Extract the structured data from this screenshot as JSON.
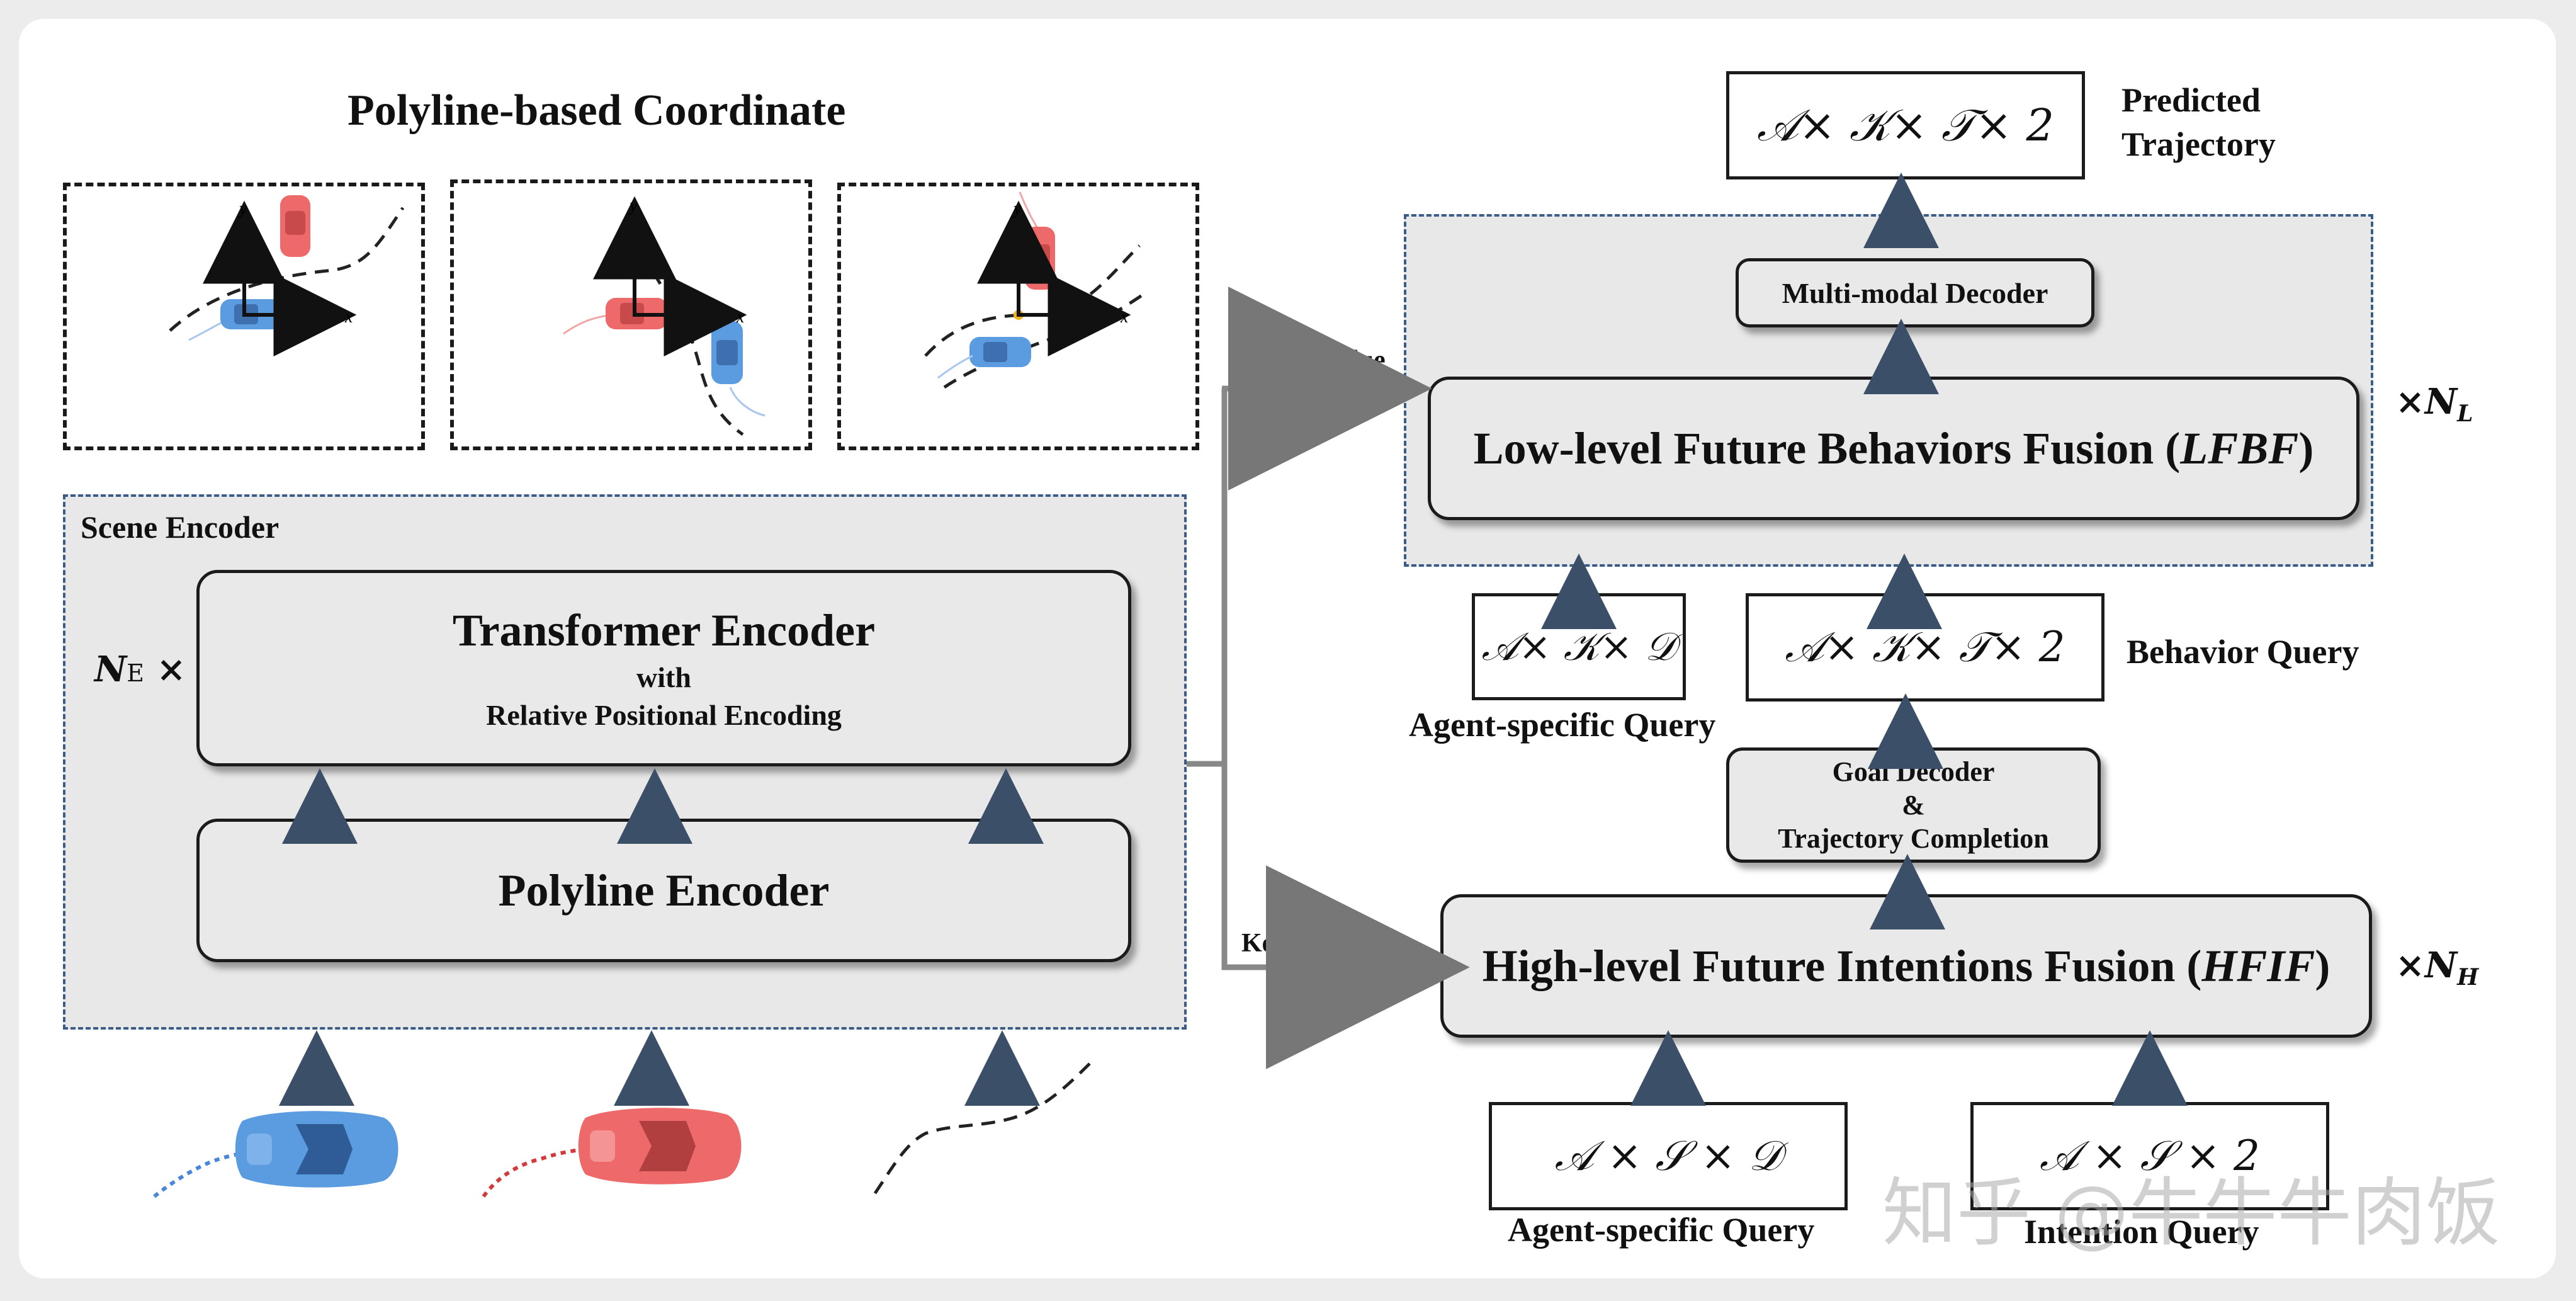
{
  "polyline": {
    "title": "Polyline-based Coordinate",
    "axis_x": "x",
    "axis_y": "y"
  },
  "scene_encoder": {
    "title": "Scene Encoder",
    "repeat": "N",
    "repeat_sub": "E",
    "repeat_times": "×",
    "transformer_title": "Transformer Encoder",
    "transformer_with": "with",
    "transformer_sub": "Relative Positional Encoding",
    "polyline_encoder": "Polyline Encoder"
  },
  "decoder": {
    "key_value_top": "Key & Value",
    "key_value_bottom": "Key & Value",
    "predicted_box": "𝒜× 𝒦× 𝒯× 2",
    "predicted_label_1": "Predicted",
    "predicted_label_2": "Trajectory",
    "multimodal": "Multi-modal Decoder",
    "lfbf_text": "Low-level Future Behaviors Fusion (",
    "lfbf_abbr": "LFBF",
    "lfbf_close": ")",
    "times_l": "×",
    "n_l": "N",
    "n_l_sub": "L",
    "agent_query_box": "𝒜× 𝒦× 𝒟",
    "agent_query_label": "Agent-specific Query",
    "behavior_box": "𝒜× 𝒦× 𝒯× 2",
    "behavior_label": "Behavior Query",
    "goal_1": "Goal Decoder",
    "goal_2": "&",
    "goal_3": "Trajectory Completion",
    "hfif_text": "High-level Future Intentions Fusion (",
    "hfif_abbr": "HFIF",
    "hfif_close": ")",
    "times_h": "×",
    "n_h": "N",
    "n_h_sub": "H",
    "agent_query_box2": "𝒜 × 𝒮 × 𝒟",
    "agent_query_label2": "Agent-specific Query",
    "intention_box": "𝒜 × 𝒮 × 2",
    "intention_label": "Intention Query"
  },
  "watermark": "知乎 @牛牛牛肉饭",
  "colors": {
    "blue_car": "#5b9be0",
    "red_car": "#ee6a6a",
    "frame_blue": "#3b5c87",
    "box_fill": "#e9e9e9"
  }
}
